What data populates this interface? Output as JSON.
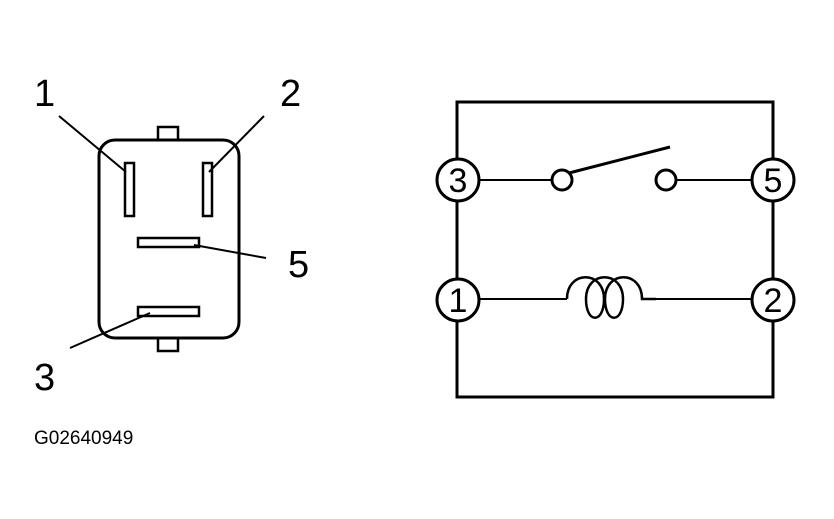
{
  "connector": {
    "pins": {
      "p1": "1",
      "p2": "2",
      "p5": "5",
      "p3": "3"
    }
  },
  "schematic": {
    "terminals": {
      "t3": "3",
      "t5": "5",
      "t1": "1",
      "t2": "2"
    }
  },
  "figure_code": "G02640949"
}
